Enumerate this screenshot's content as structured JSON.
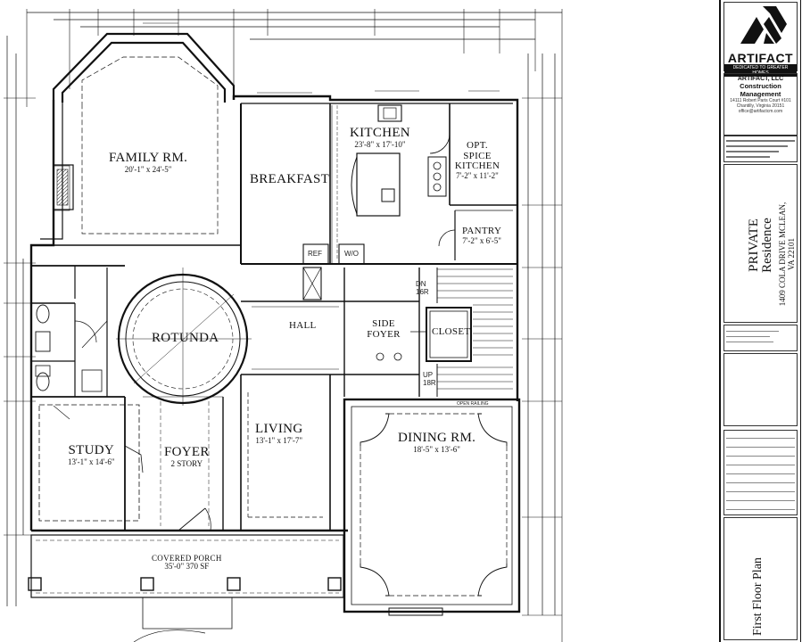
{
  "plan": {
    "rooms": {
      "family": {
        "name": "FAMILY RM.",
        "dims": "20'-1\" x 24'-5\""
      },
      "breakfast": {
        "name": "BREAKFAST"
      },
      "kitchen": {
        "name": "KITCHEN",
        "dims": "23'-8\" x 17'-10\""
      },
      "spice": {
        "name": "OPT. SPICE KITCHEN",
        "dims": "7'-2\" x 11'-2\""
      },
      "pantry": {
        "name": "PANTRY",
        "dims": "7'-2\" x 6'-5\""
      },
      "rotunda": {
        "name": "ROTUNDA"
      },
      "hall": {
        "name": "HALL"
      },
      "side_foyer": {
        "name": "SIDE FOYER"
      },
      "closet": {
        "name": "CLOSET"
      },
      "living": {
        "name": "LIVING",
        "dims": "13'-1\" x 17'-7\""
      },
      "dining": {
        "name": "DINING RM.",
        "dims": "18'-5\" x 13'-6\""
      },
      "study": {
        "name": "STUDY",
        "dims": "13'-1\" x 14'-6\""
      },
      "foyer": {
        "name": "FOYER",
        "dims": "2 STORY"
      },
      "porch": {
        "name": "COVERED PORCH",
        "dims": "35'-0\" 370 SF"
      }
    },
    "tags": {
      "ref": "REF",
      "wo": "W/O",
      "dn": "DN 16R",
      "up": "UP 18R",
      "open_railing": "OPEN RAILING"
    }
  },
  "title_block": {
    "logo": {
      "name": "ARTIFACT",
      "tagline": "DEDICATED TO GREATER HOMES"
    },
    "company": {
      "name": "ARTIFACT, LLC",
      "line1": "Construction",
      "line2": "Management",
      "address1": "14111 Robert Paris Court #101",
      "address2": "Chantilly, Virginia 20151",
      "email": "office@artifactcm.com"
    },
    "project": {
      "name": "PRIVATE Residence",
      "address": "1409 COLA DRIVE MCLEAN, VA 22101"
    },
    "sheet_title": "First Floor Plan"
  }
}
